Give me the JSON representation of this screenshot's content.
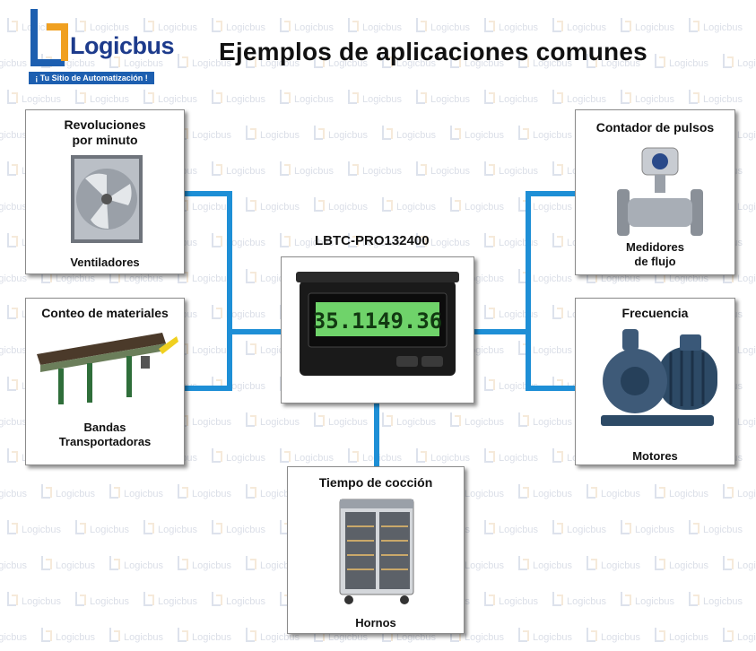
{
  "header": {
    "logo_name": "Logicbus",
    "logo_tagline": "¡ Tu Sitio de Automatización !",
    "title": "Ejemplos de aplicaciones comunes"
  },
  "watermark": "Logicbus",
  "center": {
    "label": "LBTC-PRO132400",
    "display": "35.1149.36"
  },
  "applications": {
    "rpm": {
      "title_line1": "Revoluciones",
      "title_line2": "por minuto",
      "caption": "Ventiladores"
    },
    "materials": {
      "title": "Conteo de materiales",
      "caption_line1": "Bandas",
      "caption_line2": "Transportadoras"
    },
    "pulses": {
      "title": "Contador de pulsos",
      "caption_line1": "Medidores",
      "caption_line2": "de flujo"
    },
    "frequency": {
      "title": "Frecuencia",
      "caption": "Motores"
    },
    "cooking": {
      "title": "Tiempo de cocción",
      "caption": "Hornos"
    }
  },
  "colors": {
    "connector": "#1e8fd6",
    "brand": "#1d3b8c",
    "lcd": "#7ee07a"
  }
}
